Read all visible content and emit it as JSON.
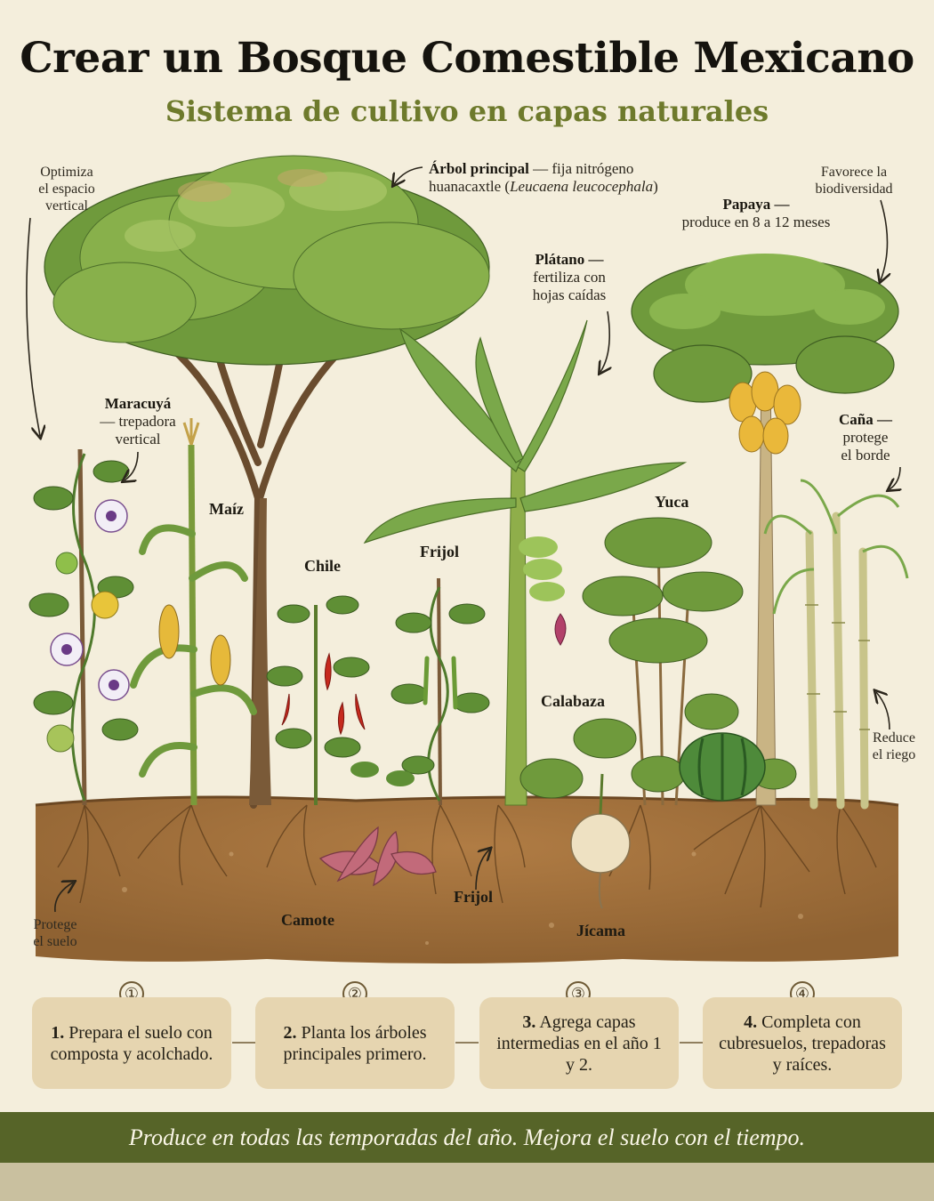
{
  "header": {
    "title": "Crear un Bosque Comestible Mexicano",
    "subtitle": "Sistema de cultivo en capas naturales"
  },
  "labels": {
    "arbol": {
      "name": "Árbol principal",
      "dash": " — ",
      "desc": "fija nitrógeno",
      "common": "huanacaxtle (",
      "latin": "Leucaena leucocephala",
      "close": ")"
    },
    "papaya": {
      "name": "Papaya —",
      "desc": "produce en 8 a 12 meses"
    },
    "platano": {
      "name": "Plátano —",
      "line1": "fertiliza con",
      "line2": "hojas caídas"
    },
    "maracuya": {
      "name": "Maracuyá",
      "line1": "— trepadora",
      "line2": "vertical"
    },
    "cana": {
      "name": "Caña —",
      "line1": "protege",
      "line2": "el borde"
    },
    "maiz": "Maíz",
    "chile": "Chile",
    "frijol_top": "Frijol",
    "yuca": "Yuca",
    "calabaza": "Calabaza",
    "camote": "Camote",
    "frijol_root": "Frijol",
    "jicama": "Jícama"
  },
  "notes": {
    "optimiza": [
      "Optimiza",
      "el espacio",
      "vertical"
    ],
    "favorece": [
      "Favorece la",
      "biodiversidad"
    ],
    "reduce": [
      "Reduce",
      "el riego"
    ],
    "protege": [
      "Protege",
      "el suelo"
    ]
  },
  "steps": [
    {
      "num": "①",
      "bold": "1.",
      "text": "Prepara el suelo con composta y acolchado."
    },
    {
      "num": "②",
      "bold": "2.",
      "text": "Planta los árboles principales primero."
    },
    {
      "num": "③",
      "bold": "3.",
      "text": "Agrega capas intermedias en el año 1 y 2."
    },
    {
      "num": "④",
      "bold": "4.",
      "text": "Completa con cubresuelos, trepadoras y raíces."
    }
  ],
  "footer": "Produce en todas las temporadas del año. Mejora el suelo con el tiempo.",
  "colors": {
    "background": "#f4eedc",
    "title": "#15130e",
    "subtitle": "#6e7a2c",
    "step_box": "#e6d5b0",
    "footer_band": "#566428",
    "soil": "#a4743f",
    "foliage": "#6f9a3c"
  }
}
